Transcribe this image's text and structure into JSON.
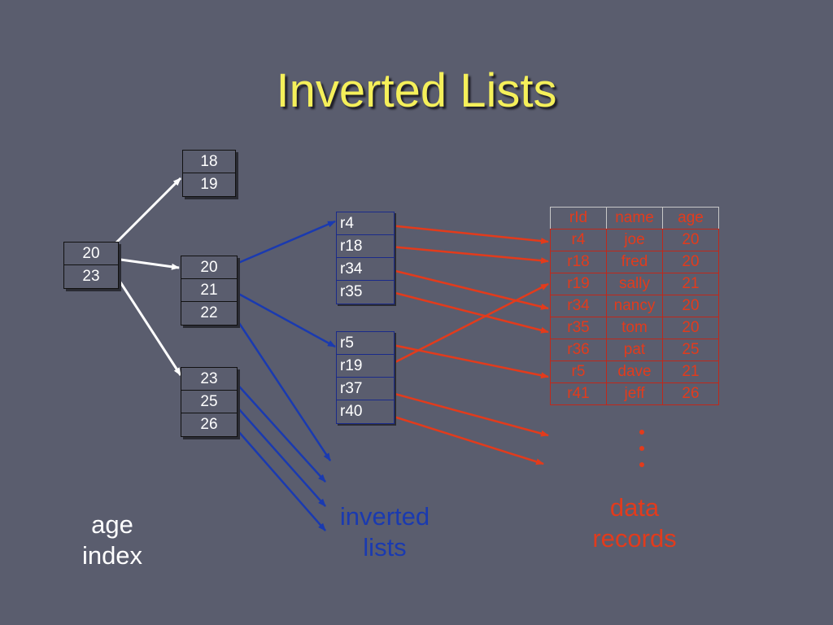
{
  "title": "Inverted Lists",
  "age_index": {
    "root": [
      "20",
      "23"
    ],
    "leaves": [
      [
        "18",
        "19"
      ],
      [
        "20",
        "21",
        "22"
      ],
      [
        "23",
        "25",
        "26"
      ]
    ]
  },
  "inverted_lists": [
    [
      "r4",
      "r18",
      "r34",
      "r35"
    ],
    [
      "r5",
      "r19",
      "r37",
      "r40"
    ]
  ],
  "records": {
    "headers": [
      "rId",
      "name",
      "age"
    ],
    "rows": [
      [
        "r4",
        "joe",
        "20"
      ],
      [
        "r18",
        "fred",
        "20"
      ],
      [
        "r19",
        "sally",
        "21"
      ],
      [
        "r34",
        "nancy",
        "20"
      ],
      [
        "r35",
        "tom",
        "20"
      ],
      [
        "r36",
        "pat",
        "25"
      ],
      [
        "r5",
        "dave",
        "21"
      ],
      [
        "r41",
        "jeff",
        "26"
      ]
    ]
  },
  "labels": {
    "age_index": [
      "age",
      "index"
    ],
    "inverted_lists": [
      "inverted",
      "lists"
    ],
    "data_records": [
      "data",
      "records"
    ]
  },
  "colors": {
    "background": "#5a5d6e",
    "title": "#f5f05a",
    "index_arrows": "#ffffff",
    "list_arrows": "#1a3ab0",
    "record_arrows": "#e23b1c"
  }
}
